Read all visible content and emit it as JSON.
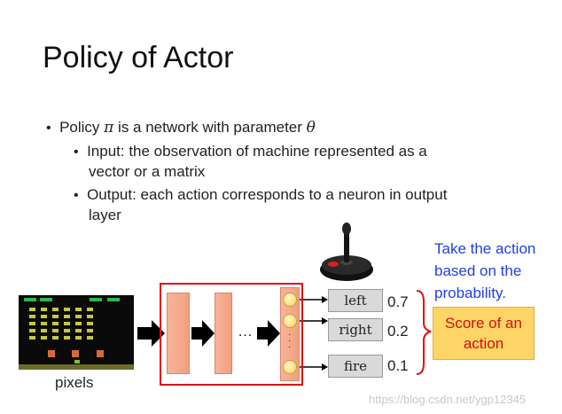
{
  "title": "Policy of Actor",
  "bullets": {
    "main_prefix": "Policy ",
    "main_pi": "π",
    "main_mid": " is a network with parameter ",
    "main_theta": "θ",
    "input_line1": "Input: the observation of machine represented as a",
    "input_line2": "vector or a matrix",
    "output_line1": "Output: each action corresponds to a neuron in output",
    "output_line2": "layer"
  },
  "diagram": {
    "input_label": "pixels",
    "ellipsis": "…",
    "actions": [
      {
        "label": "left",
        "prob": "0.7"
      },
      {
        "label": "right",
        "prob": "0.2"
      },
      {
        "label": "fire",
        "prob": "0.1"
      }
    ],
    "take_action_line1": "Take the action",
    "take_action_line2": "based on the",
    "take_action_line3": "probability.",
    "score_line1": "Score of an",
    "score_line2": "action"
  },
  "watermark": "https://blog.csdn.net/ygp12345",
  "colors": {
    "network_border": "#e01010",
    "layer_fill": "#f4a98a",
    "neuron_fill": "#f7d25a",
    "note_text": "#1f3fe0",
    "score_fill": "#fdd466",
    "score_text": "#d01010"
  }
}
